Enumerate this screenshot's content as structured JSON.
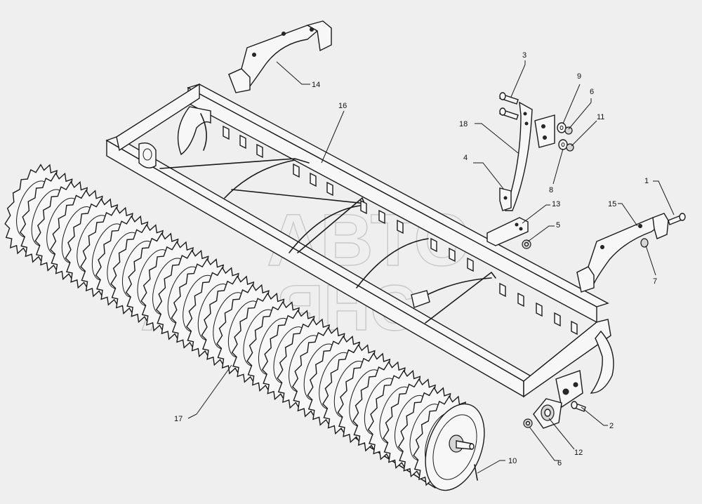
{
  "diagram": {
    "watermark": {
      "line1": "АВТО",
      "line2": "АЛЬЯНС"
    },
    "callouts": [
      {
        "id": "c1",
        "label": "1"
      },
      {
        "id": "c2",
        "label": "2"
      },
      {
        "id": "c3",
        "label": "3"
      },
      {
        "id": "c4",
        "label": "4"
      },
      {
        "id": "c5",
        "label": "5"
      },
      {
        "id": "c6a",
        "label": "6"
      },
      {
        "id": "c6b",
        "label": "6"
      },
      {
        "id": "c7",
        "label": "7"
      },
      {
        "id": "c8",
        "label": "8"
      },
      {
        "id": "c9",
        "label": "9"
      },
      {
        "id": "c10",
        "label": "10"
      },
      {
        "id": "c11",
        "label": "11"
      },
      {
        "id": "c12",
        "label": "12"
      },
      {
        "id": "c13",
        "label": "13"
      },
      {
        "id": "c14",
        "label": "14"
      },
      {
        "id": "c15",
        "label": "15"
      },
      {
        "id": "c16",
        "label": "16"
      },
      {
        "id": "c17",
        "label": "17"
      },
      {
        "id": "c18",
        "label": "18"
      }
    ]
  }
}
